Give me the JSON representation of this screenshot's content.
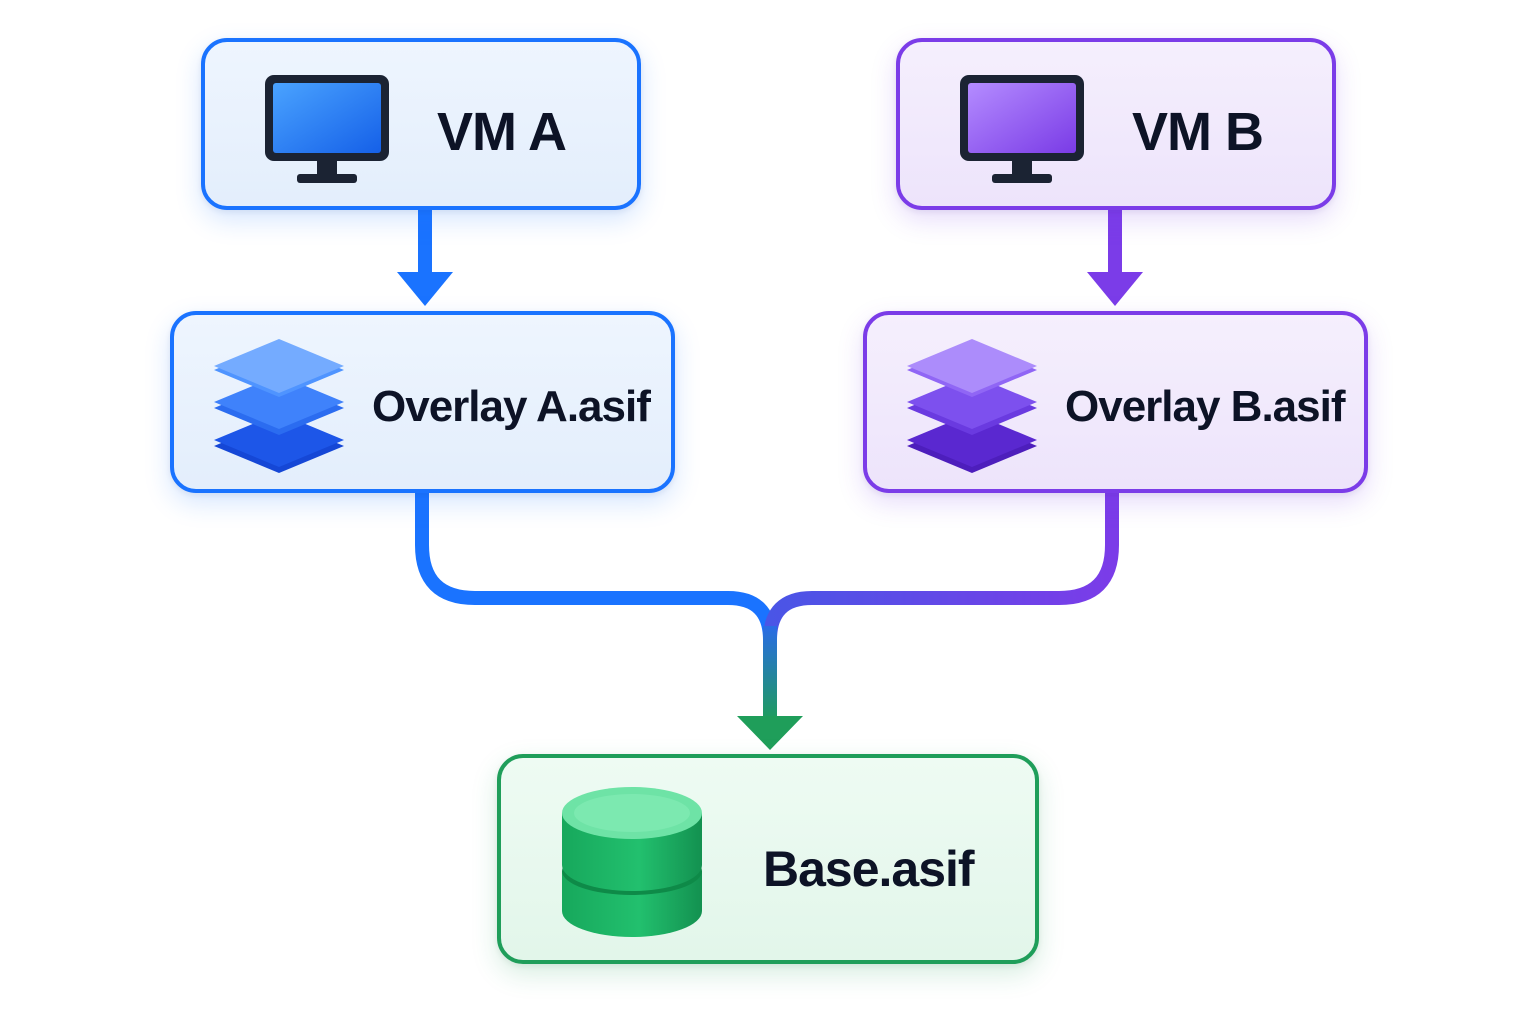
{
  "diagram": {
    "nodes": {
      "vm_a": {
        "label": "VM A",
        "icon": "monitor-icon",
        "color": "#1a73ff"
      },
      "vm_b": {
        "label": "VM B",
        "icon": "monitor-icon",
        "color": "#7b3ce8"
      },
      "overlay_a": {
        "label": "Overlay A.asif",
        "icon": "layers-icon",
        "color": "#1a73ff"
      },
      "overlay_b": {
        "label": "Overlay B.asif",
        "icon": "layers-icon",
        "color": "#7b3ce8"
      },
      "base": {
        "label": "Base.asif",
        "icon": "database-icon",
        "color": "#1f9e5a"
      }
    },
    "edges": [
      {
        "from": "VM A",
        "to": "Overlay A.asif"
      },
      {
        "from": "VM B",
        "to": "Overlay B.asif"
      },
      {
        "from": "Overlay A.asif",
        "to": "Base.asif"
      },
      {
        "from": "Overlay B.asif",
        "to": "Base.asif"
      }
    ]
  }
}
